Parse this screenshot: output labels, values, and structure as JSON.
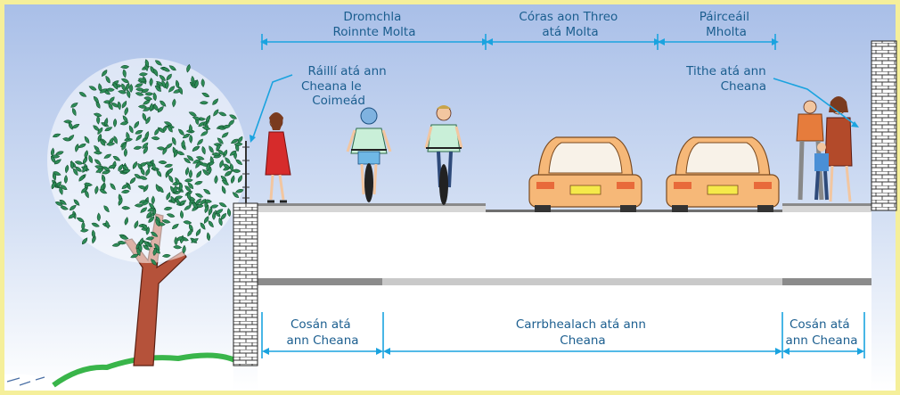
{
  "labels": {
    "proposed_shared_surface": [
      "Dromchla",
      "Roinnte Molta"
    ],
    "proposed_one_way_system": [
      "Córas aon Threo",
      "atá Molta"
    ],
    "proposed_parking": [
      "Páirceáil",
      "Mholta"
    ],
    "existing_railings": [
      "Ráillí atá ann",
      "Cheana le",
      "Coimeád"
    ],
    "existing_houses": [
      "Tithe atá ann",
      "Cheana"
    ],
    "existing_footpath_left": [
      "Cosán atá",
      "ann Cheana"
    ],
    "existing_carriageway": [
      "Carrbhealach atá ann",
      "Cheana"
    ],
    "existing_footpath_right": [
      "Cosán atá",
      "ann Cheana"
    ]
  },
  "colors": {
    "sky_top": "#a9bfe8",
    "sky_bottom": "#ffffff",
    "dimension_line": "#1aa3df",
    "label_text": "#1b5e8f",
    "frame": "#f5ef9a",
    "car_body": "#f6b878",
    "wall": "#ffffff",
    "grass": "#39b54a",
    "tree_leaf": "#2e8b57"
  },
  "icons": [
    "tree-icon",
    "brick-wall-icon",
    "railing-icon",
    "woman-pedestrian-icon",
    "cyclist-icon",
    "car-icon",
    "family-pedestrians-icon"
  ]
}
